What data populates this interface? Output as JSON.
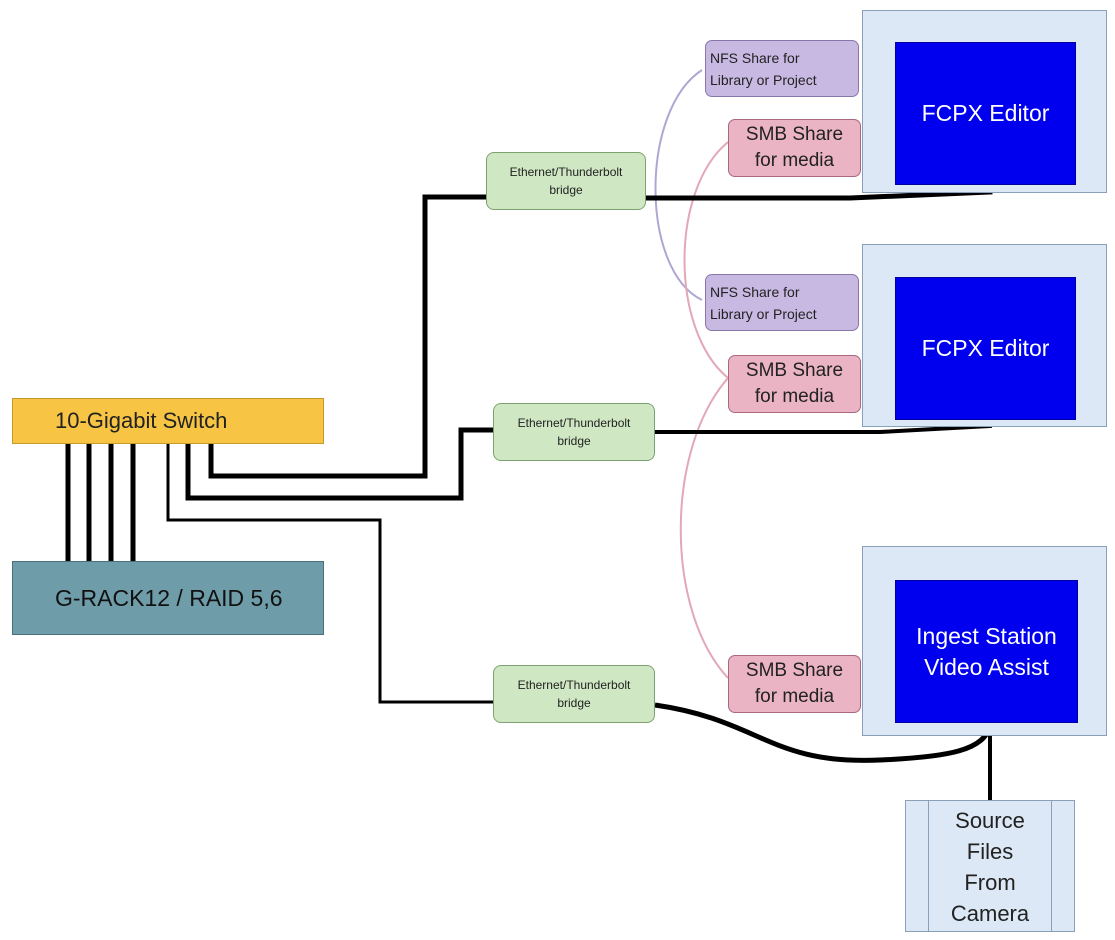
{
  "switch": {
    "label": "10-Gigabit Switch"
  },
  "raid": {
    "label": "G-RACK12 / RAID 5,6"
  },
  "bridges": [
    {
      "label": "Ethernet/Thunderbolt\nbridge"
    },
    {
      "label": "Ethernet/Thunderbolt\nbridge"
    },
    {
      "label": "Ethernet/Thunderbolt\nbridge"
    }
  ],
  "nfs_shares": [
    {
      "label": "NFS Share for\nLibrary or Project"
    },
    {
      "label": "NFS Share for\nLibrary or Project"
    }
  ],
  "smb_shares": [
    {
      "label": "SMB Share\nfor media"
    },
    {
      "label": "SMB Share\nfor media"
    },
    {
      "label": "SMB Share\nfor media"
    }
  ],
  "stations": [
    {
      "label": "FCPX Editor"
    },
    {
      "label": "FCPX Editor"
    },
    {
      "label": "Ingest Station\nVideo Assist"
    }
  ],
  "source": {
    "label": "Source\nFiles\nFrom\nCamera"
  },
  "colors": {
    "switch": "#f7c543",
    "raid": "#6e9ca8",
    "bridge": "#cfe8c3",
    "nfs": "#c8b9e3",
    "smb": "#eab4c5",
    "frame": "#dce8f5",
    "screen": "#0000ef",
    "cable": "#000000",
    "nfs_link": "#b0a6d4",
    "smb_link": "#e3a7b8"
  }
}
